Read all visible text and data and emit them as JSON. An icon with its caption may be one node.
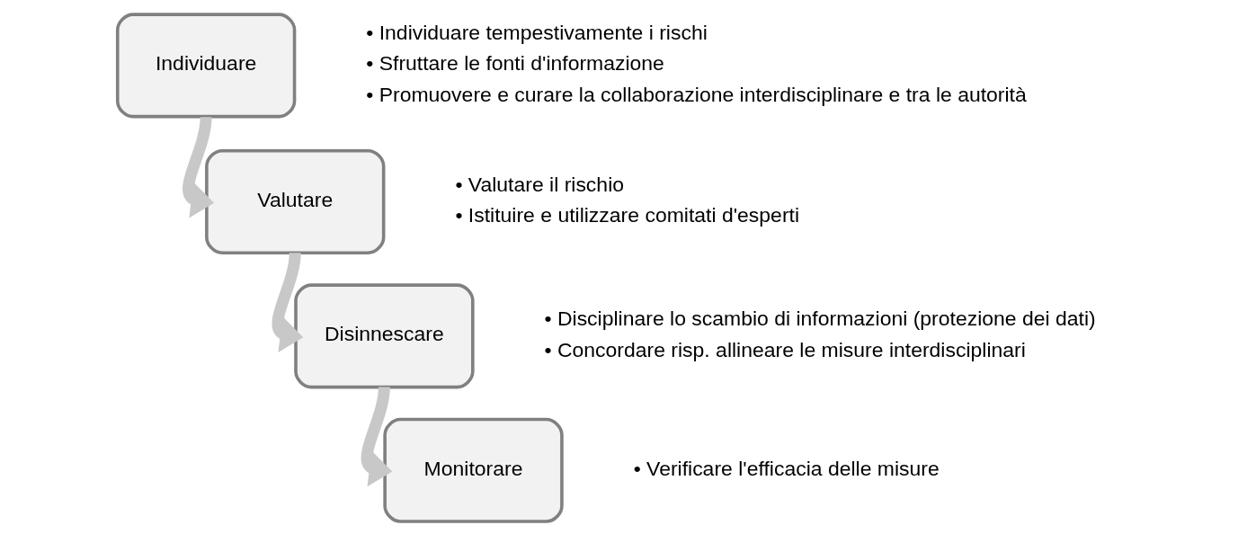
{
  "diagram": {
    "nodes": [
      {
        "text": [
          "Individuare"
        ],
        "beside": [
          "• Individuare tempestivamente i rischi",
          "• Sfruttare le fonti d'informazione",
          "• Promuovere e curare la collaborazione interdisciplinare e tra le autorità"
        ]
      },
      {
        "text": [
          "Valutare"
        ],
        "beside": [
          "• Valutare il rischio",
          "• Istituire e utilizzare comitati d'esperti"
        ]
      },
      {
        "text": [
          "Disinnescare"
        ],
        "beside": [
          "• Disciplinare lo scambio di informazioni (protezione dei dati)",
          "• Concordare risp. allineare le misure interdisciplinari"
        ]
      },
      {
        "text": [
          "Monitorare"
        ],
        "beside": [
          "• Verificare l'efficacia delle misure"
        ]
      }
    ],
    "edges": [
      {
        "from": 0,
        "to": 1,
        "arrow": "to"
      },
      {
        "from": 1,
        "to": 2,
        "arrow": "to"
      },
      {
        "from": 2,
        "to": 3,
        "arrow": "to"
      }
    ]
  }
}
